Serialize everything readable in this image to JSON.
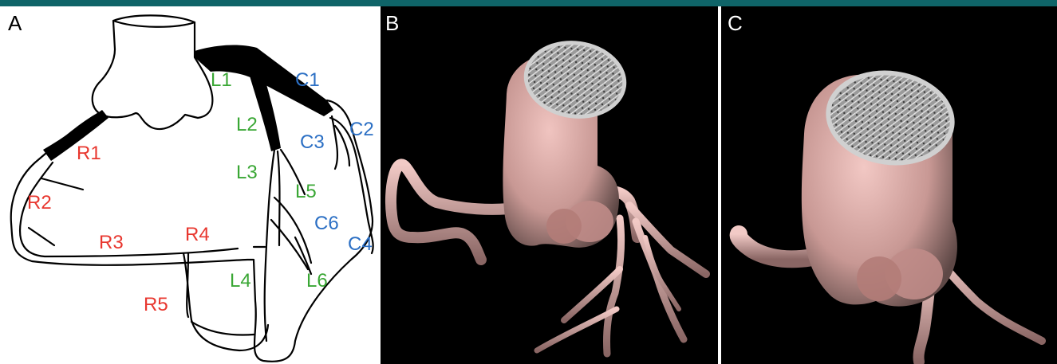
{
  "panels": {
    "a": {
      "label": "A"
    },
    "b": {
      "label": "B"
    },
    "c": {
      "label": "C"
    }
  },
  "segments": {
    "red": [
      "R1",
      "R2",
      "R3",
      "R4",
      "R5"
    ],
    "green": [
      "L1",
      "L2",
      "L3",
      "L4",
      "L5",
      "L6"
    ],
    "blue": [
      "C1",
      "C2",
      "C3",
      "C4",
      "C6"
    ]
  },
  "colors": {
    "header_bar": "#0f6468",
    "right_coronary": "#e8372f",
    "left_anterior_descending": "#3aa735",
    "circumflex": "#2b6fc4",
    "render_background": "#000000",
    "vessel_tint": "#e8a8a8"
  }
}
